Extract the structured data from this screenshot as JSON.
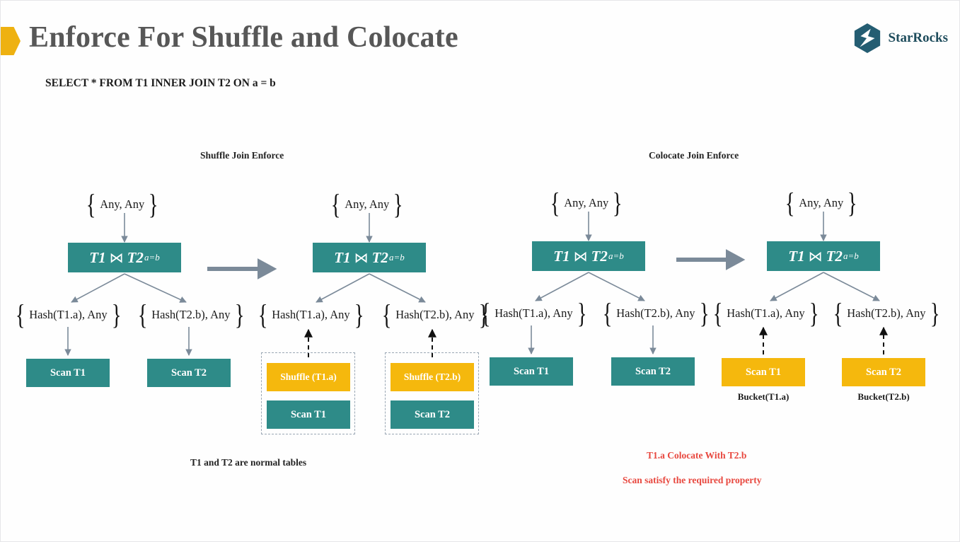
{
  "header": {
    "title": "Enforce For Shuffle and Colocate",
    "marker_color": "#eeb111",
    "sql": "SELECT * FROM T1 INNER JOIN T2 ON a = b",
    "logo_text": "StarRocks",
    "logo_color": "#1e4c5c"
  },
  "theme": {
    "teal": "#2e8b88",
    "yellow": "#f5b80d",
    "arrow_gray": "#7b8a99",
    "red": "#e8483f",
    "title_gray": "#575757",
    "dashed_border": "#9aa7b4"
  },
  "sections": [
    {
      "id": "shuffle",
      "label": "Shuffle Join Enforce"
    },
    {
      "id": "colocate",
      "label": "Colocate Join Enforce"
    }
  ],
  "labels": {
    "any_any": "Any, Any",
    "hash_t1a": "Hash(T1.a), Any",
    "hash_t2b": "Hash(T2.b), Any",
    "join_left": "T1",
    "join_op": "⋈",
    "join_right": "T2",
    "join_sub": "a=b",
    "scan_t1": "Scan T1",
    "scan_t2": "Scan T2",
    "shuffle_t1a": "Shuffle (T1.a)",
    "shuffle_t2b": "Shuffle (T2.b)",
    "bucket_t1a": "Bucket(T1.a)",
    "bucket_t2b": "Bucket(T2.b)"
  },
  "captions": {
    "normal_tables": "T1 and T2 are normal tables",
    "colocate_with": "T1.a Colocate With T2.b",
    "scan_satisfy": "Scan satisfy the required property"
  }
}
